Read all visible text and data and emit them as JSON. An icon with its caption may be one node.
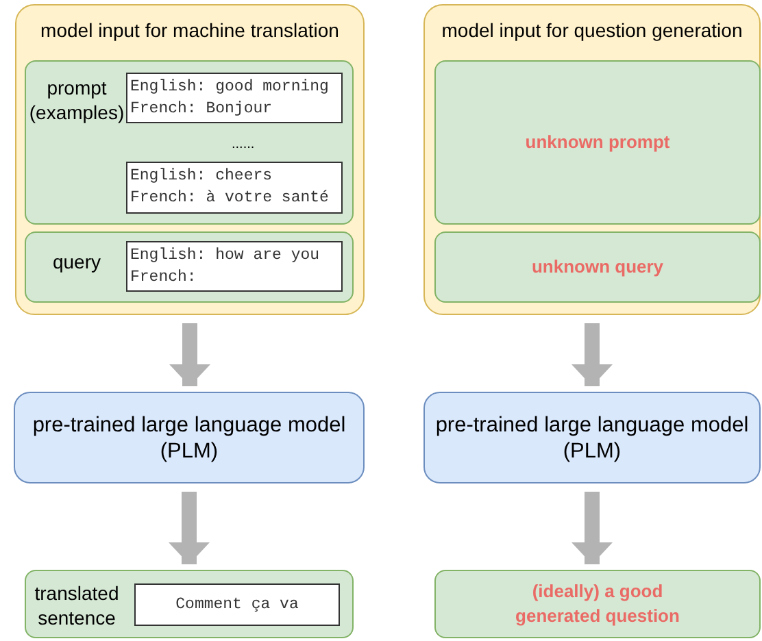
{
  "diagram": {
    "nodes": [
      {
        "text": [
          "model input for machine translation"
        ]
      },
      {
        "text": [
          "prompt (examples)",
          "......"
        ],
        "in": 0
      },
      {
        "text": [
          "English: good morning",
          "French: Bonjour"
        ],
        "in": 1
      },
      {
        "text": [
          "English: cheers",
          "French: à votre santé"
        ],
        "in": 1
      },
      {
        "text": [
          "query"
        ],
        "in": 0
      },
      {
        "text": [
          "English: how are you",
          "French:"
        ],
        "in": 4
      },
      {
        "text": [
          "model input for question generation"
        ]
      },
      {
        "text": [
          "unknown prompt"
        ],
        "in": 6
      },
      {
        "text": [
          "unknown query"
        ],
        "in": 6
      },
      {
        "text": [
          "pre-trained large language model (PLM)"
        ]
      },
      {
        "text": [
          "pre-trained large language model (PLM)"
        ]
      },
      {
        "text": [
          "translated sentence"
        ]
      },
      {
        "text": [
          "Comment ça va"
        ],
        "in": 11
      },
      {
        "text": [
          "(ideally) a good generated question"
        ]
      }
    ],
    "edges": [
      {
        "from": 0,
        "to": 9,
        "arrow": "to"
      },
      {
        "from": 9,
        "to": 11,
        "arrow": "to"
      },
      {
        "from": 6,
        "to": 10,
        "arrow": "to"
      },
      {
        "from": 10,
        "to": 13,
        "arrow": "to"
      }
    ]
  }
}
